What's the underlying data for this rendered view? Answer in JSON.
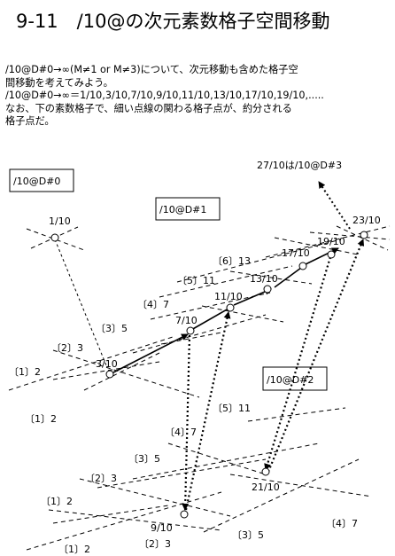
{
  "title": "9-11　/10@の次元素数格子空間移動",
  "paragraph": [
    "/10@D#0→∞(M≠1 or M≠3)について、次元移動も含めた格子空",
    "間移動を考えてみよう。",
    "/10@D#0→∞＝1/10,3/10,7/10,9/10,11/10,13/10,17/10,19/10,.....",
    "なお、下の素数格子で、細い点線の関わる格子点が、約分される",
    "格子点だ。"
  ],
  "boxes": {
    "d0": "/10@D#0",
    "d1": "/10@D#1",
    "d2": "/10@D#2"
  },
  "arrow_note": "27/10は/10@D#3",
  "points": {
    "p1": "1/10",
    "p3": "3/10",
    "p7": "7/10",
    "p11": "11/10",
    "p13": "13/10",
    "p17": "17/10",
    "p19": "19/10",
    "p23": "23/10",
    "p9": "9/10",
    "p21": "21/10"
  },
  "upper_labels": {
    "l1": "〔1〕2",
    "l1b": "〔1〕2",
    "l2": "〔2〕3",
    "l3": "〔3〕5",
    "l4": "〔4〕7",
    "l5": "〔5〕11",
    "l6": "〔6〕13"
  },
  "mid_labels": {
    "l5": "〔5〕11",
    "l4": "〔4〕7"
  },
  "lower_labels": {
    "l3": "〔3〕5",
    "l2": "〔2〕3",
    "l1": "〔1〕2",
    "b1": "〔1〕2",
    "b2": "〔2〕3",
    "b3": "〔3〕5",
    "b4": "〔4〕7"
  }
}
